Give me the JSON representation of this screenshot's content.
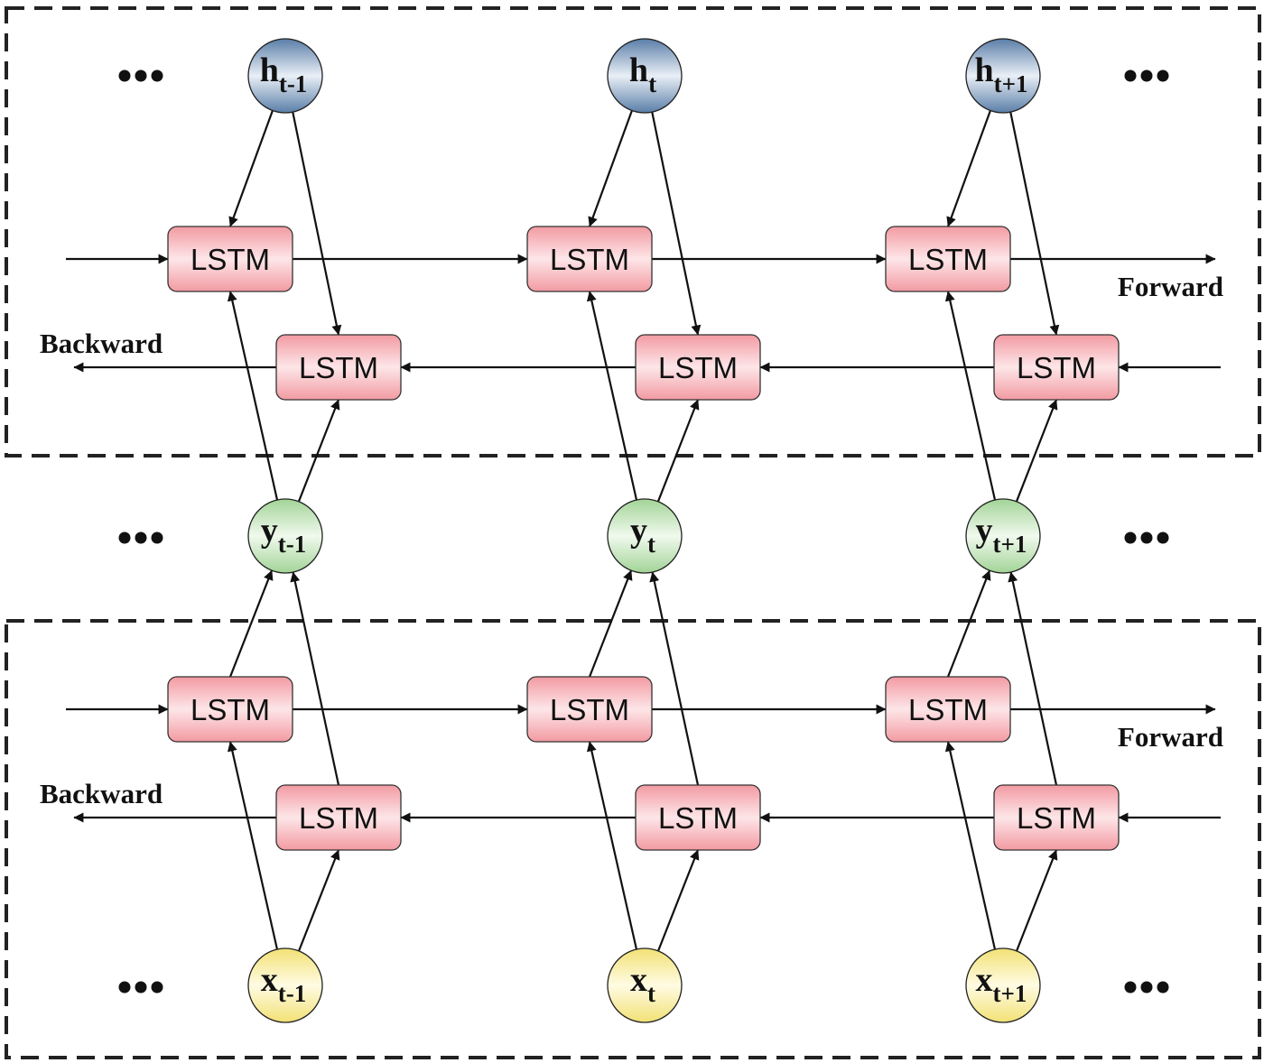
{
  "lstm_label": "LSTM",
  "direction_labels": {
    "forward": "Forward",
    "backward": "Backward"
  },
  "ellipsis": "•••",
  "hidden_nodes": [
    {
      "base": "h",
      "sub": "t-1"
    },
    {
      "base": "h",
      "sub": "t"
    },
    {
      "base": "h",
      "sub": "t+1"
    }
  ],
  "mid_nodes": [
    {
      "base": "y",
      "sub": "t-1"
    },
    {
      "base": "y",
      "sub": "t"
    },
    {
      "base": "y",
      "sub": "t+1"
    }
  ],
  "input_nodes": [
    {
      "base": "x",
      "sub": "t-1"
    },
    {
      "base": "x",
      "sub": "t"
    },
    {
      "base": "x",
      "sub": "t+1"
    }
  ],
  "colors": {
    "lstm_fill": "#f4a3ab",
    "hidden_fill": "#5f82ab",
    "mid_fill": "#a8d69e",
    "input_fill": "#f3e47c"
  }
}
